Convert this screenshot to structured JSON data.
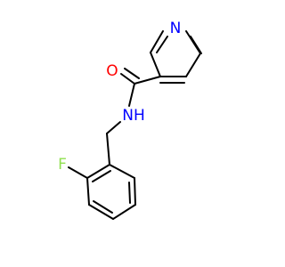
{
  "molecule": {
    "atoms": [
      {
        "id": "n-pyridine",
        "symbol": "N",
        "color": "#0000ff"
      },
      {
        "id": "o-carbonyl",
        "symbol": "O",
        "color": "#ff0000"
      },
      {
        "id": "nh-amide",
        "symbol": "NH",
        "color": "#0000ff"
      },
      {
        "id": "f-fluoro",
        "symbol": "F",
        "color": "#90e050"
      }
    ]
  }
}
